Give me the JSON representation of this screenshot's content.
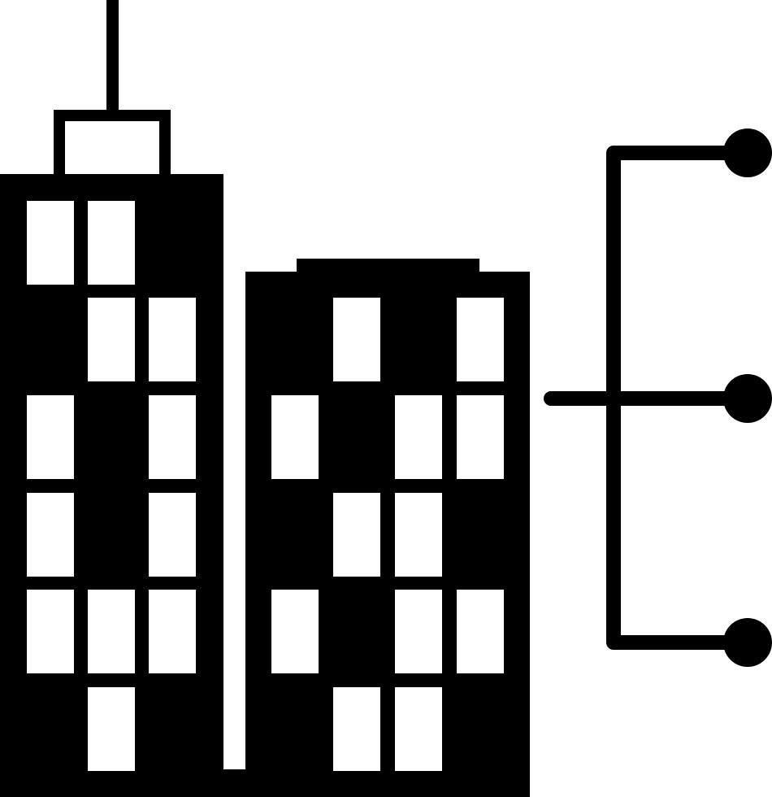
{
  "icon": {
    "name": "company-network-icon",
    "description_semantic": "office-buildings-with-branch-connector",
    "colors": {
      "foreground": "#000000",
      "background": "#ffffff"
    },
    "left_building": {
      "window_pattern": [
        [
          1,
          1,
          0
        ],
        [
          0,
          1,
          1
        ],
        [
          1,
          0,
          1
        ],
        [
          1,
          0,
          1
        ],
        [
          1,
          1,
          1
        ],
        [
          0,
          1,
          0
        ]
      ]
    },
    "right_building": {
      "window_pattern": [
        [
          0,
          0,
          1,
          0,
          1
        ],
        [
          1,
          0,
          0,
          1,
          1
        ],
        [
          0,
          0,
          1,
          1,
          0
        ],
        [
          1,
          0,
          0,
          1,
          1
        ],
        [
          0,
          0,
          1,
          1,
          0
        ]
      ]
    },
    "connector": {
      "branches": 3
    }
  }
}
